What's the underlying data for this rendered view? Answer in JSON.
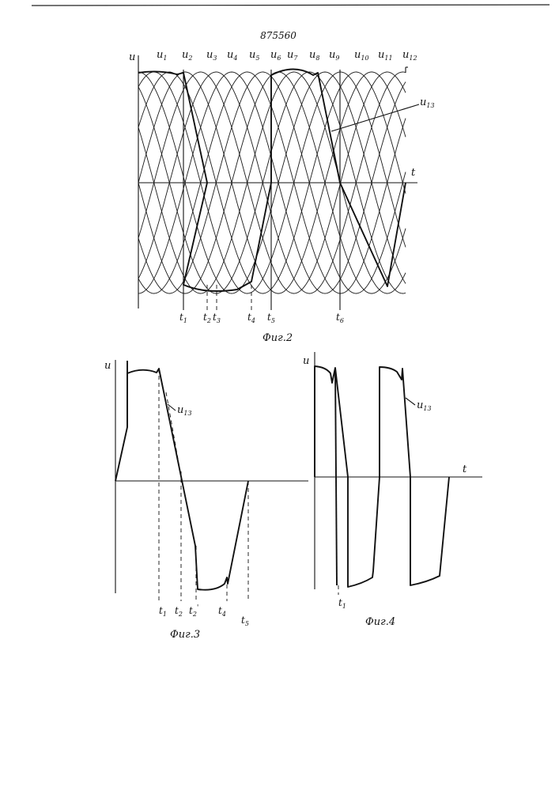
{
  "header": {
    "patent_number": "875560"
  },
  "fig2": {
    "caption": "Фиг.2",
    "axis_u": "u",
    "axis_t": "t",
    "phase_labels": [
      "u1",
      "u2",
      "u3",
      "u4",
      "u5",
      "u6",
      "u7",
      "u8",
      "u9",
      "u10",
      "u11",
      "u12"
    ],
    "output_label": "u13",
    "time_labels": [
      "t1",
      "t2",
      "t3",
      "t4",
      "t5",
      "t6"
    ]
  },
  "fig3": {
    "caption": "Фиг.3",
    "axis_u": "u",
    "output_label": "u13",
    "time_labels": [
      "t1",
      "t2",
      "t2'",
      "t4",
      "t5"
    ]
  },
  "fig4": {
    "caption": "Фиг.4",
    "axis_u": "u",
    "axis_t": "t",
    "output_label": "u13",
    "time_labels": [
      "t1"
    ]
  }
}
